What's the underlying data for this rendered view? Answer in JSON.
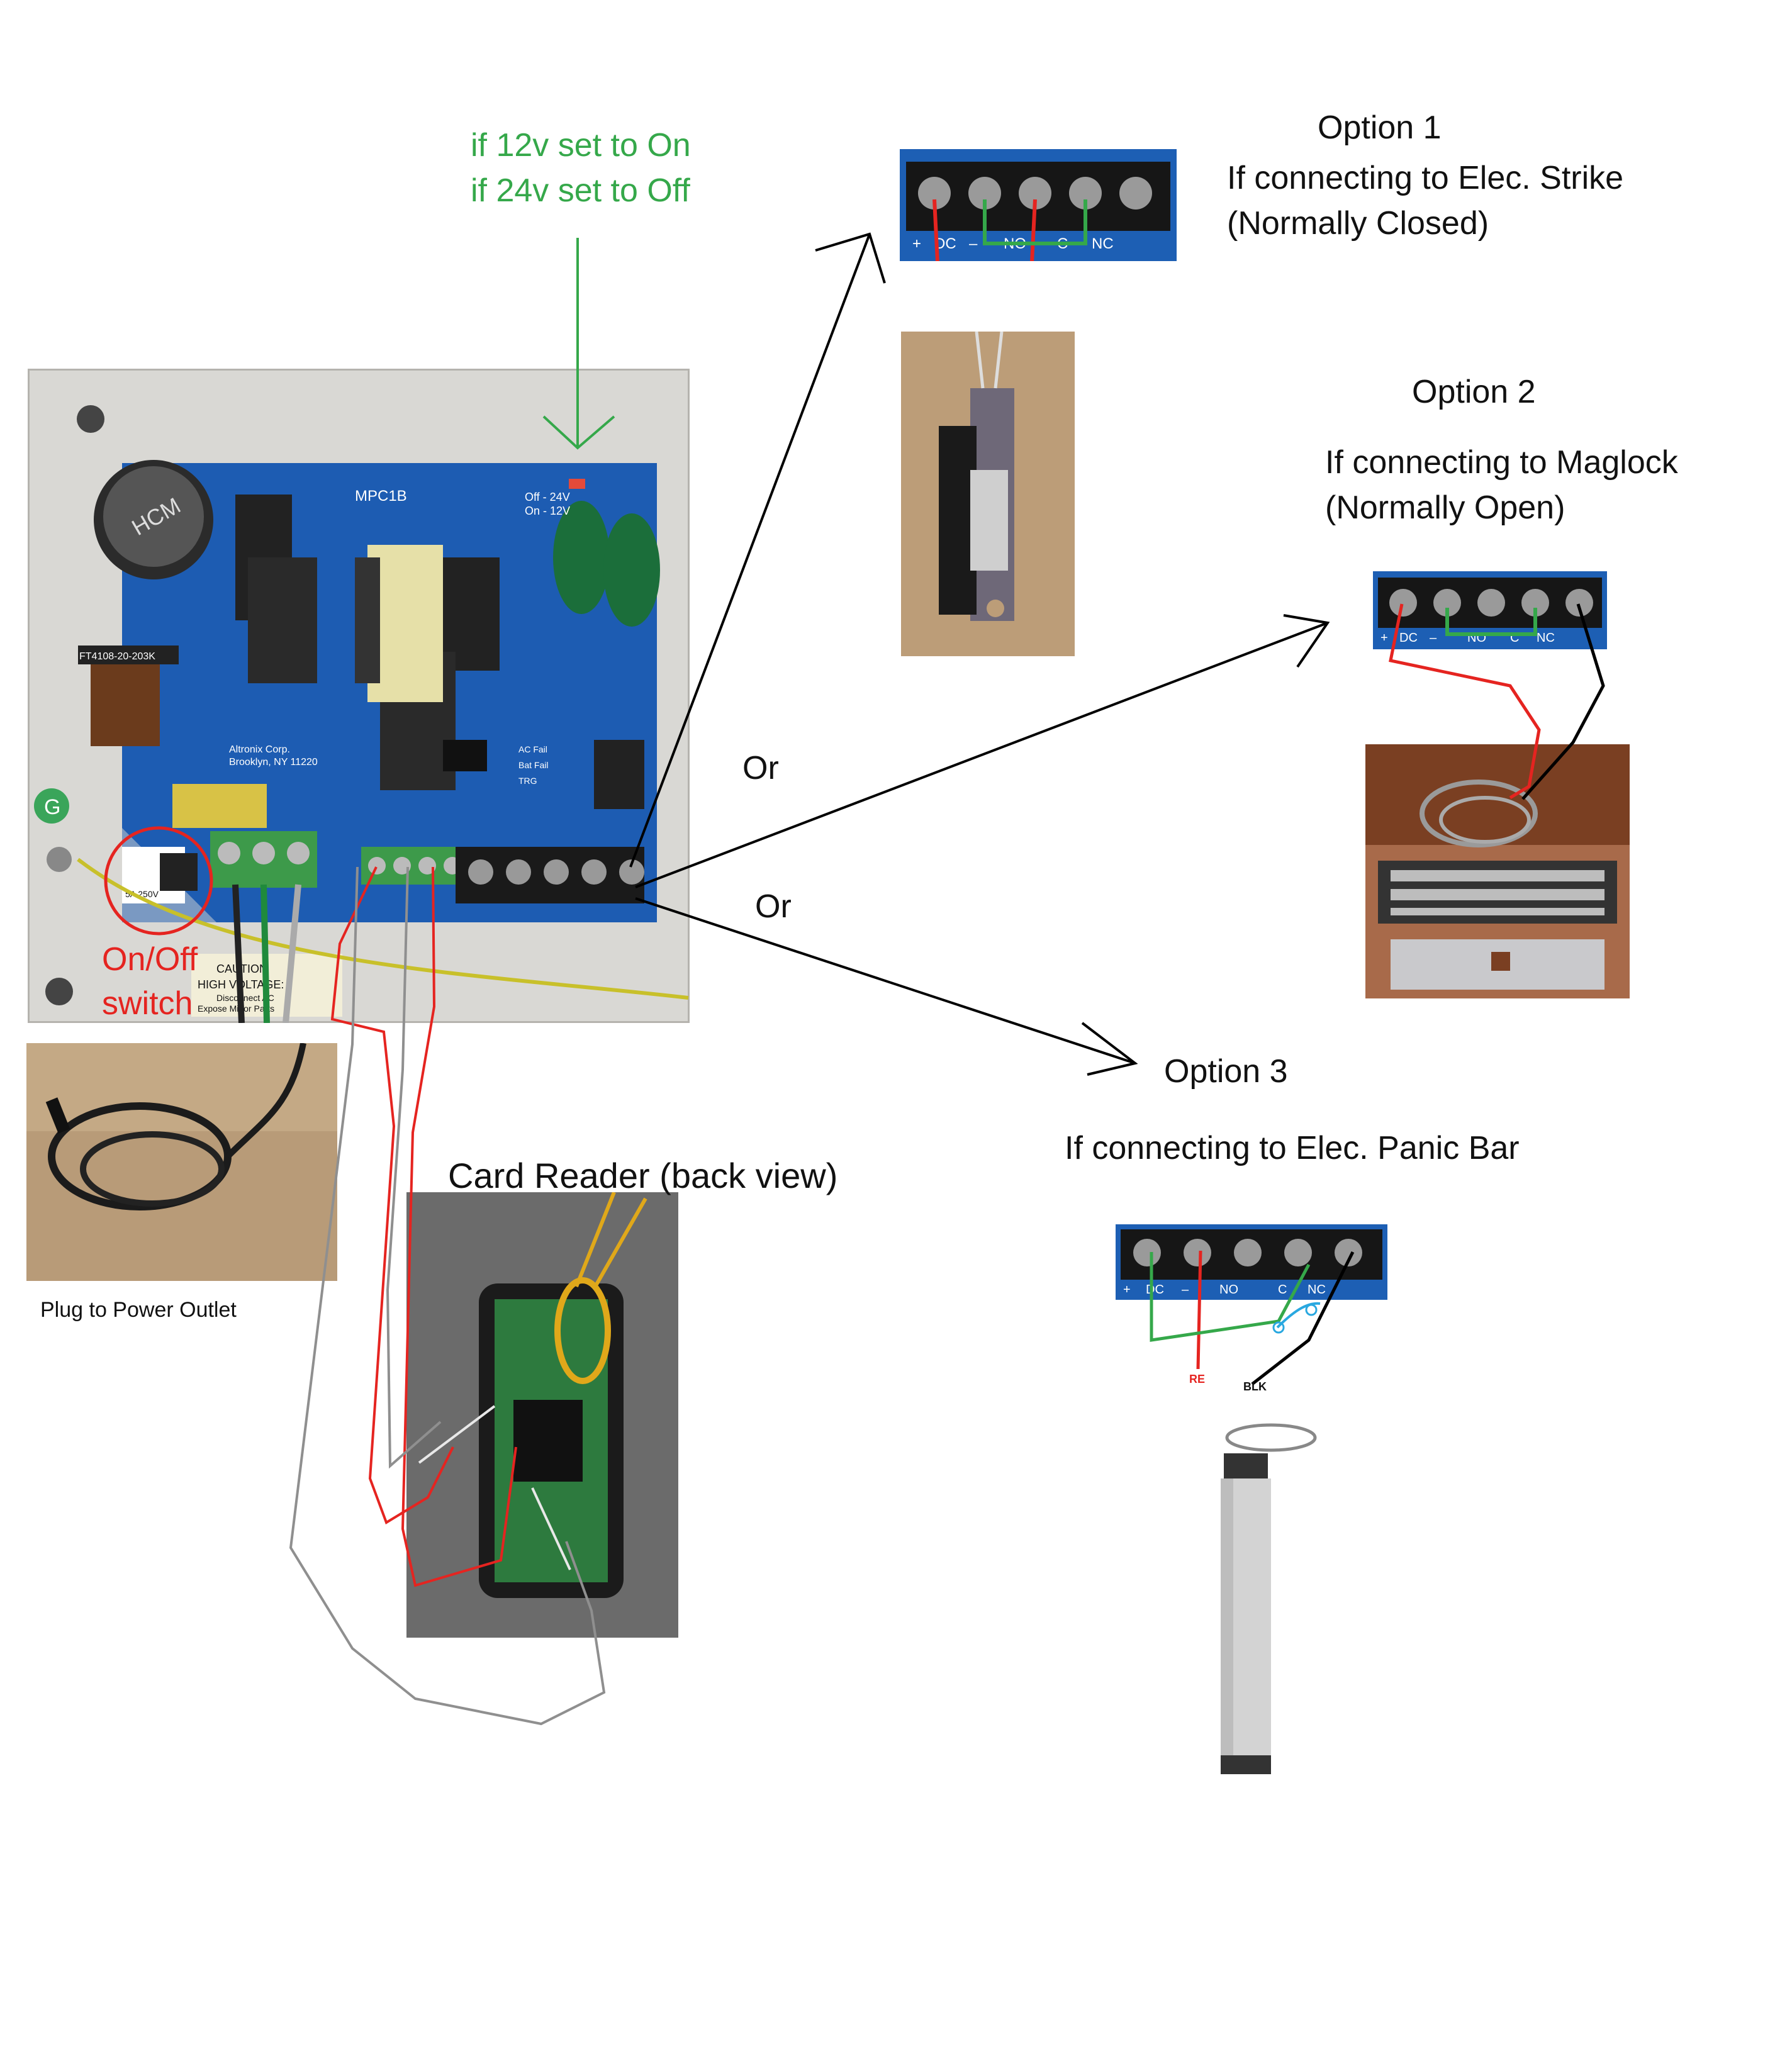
{
  "note": {
    "line1": "if 12v set to On",
    "line2": "if 24v set to Off"
  },
  "option1": {
    "title": "Option 1",
    "line1": "If connecting to Elec. Strike",
    "line2": "(Normally Closed)"
  },
  "option2": {
    "title": "Option 2",
    "line1": "If connecting to Maglock",
    "line2": "(Normally Open)"
  },
  "option3": {
    "title": "Option 3",
    "line1": "If connecting to Elec. Panic Bar"
  },
  "or_label": "Or",
  "onoff": {
    "line1": "On/Off",
    "line2": "switch"
  },
  "card_reader": "Card Reader (back view)",
  "plug_label": "Plug to Power Outlet",
  "terminal": {
    "plus": "+",
    "dc": "DC",
    "minus": "–",
    "no": "NO",
    "c": "C",
    "nc": "NC"
  },
  "wire_labels": {
    "red": "RE",
    "black": "BLK"
  },
  "board": {
    "model": "MPC1B",
    "switch_labels": [
      "Off - 24V",
      "On - 12V"
    ],
    "maker": "Altronix Corp.",
    "city": "Brooklyn, NY 11220",
    "leds": [
      "AC Fail",
      "Bat Fail",
      "TRG"
    ],
    "fuse": "5A 250V",
    "coil": "FT4108-20-203K",
    "cap": "HCM",
    "warning": [
      "CAUTION",
      "HIGH VOLTAGE:",
      "Disconnect AC",
      "Expose Minor Parts"
    ]
  },
  "colors": {
    "red": "#e52420",
    "green": "#35a84a",
    "grey": "#8f8f8f",
    "black": "#000000",
    "blue": "#1a5fb4",
    "cyan": "#29a8e0"
  }
}
